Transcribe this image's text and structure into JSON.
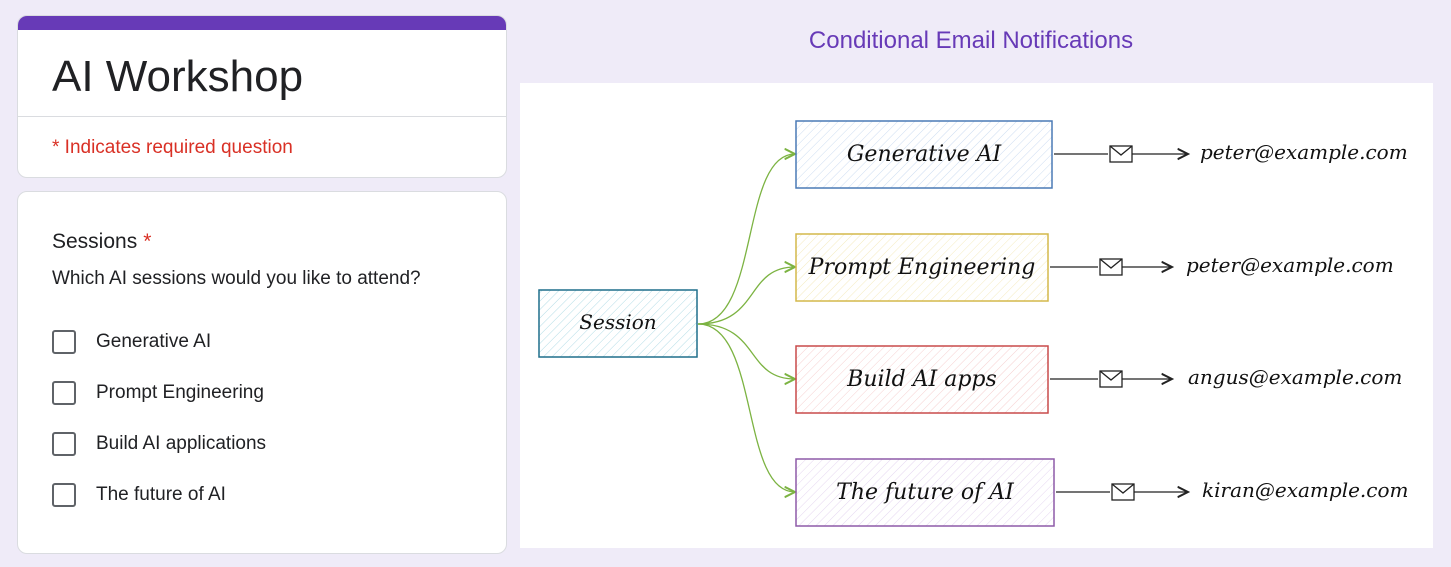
{
  "form": {
    "title": "AI Workshop",
    "required_note": "* Indicates required question",
    "accent_color": "#673ab7",
    "required_color": "#d93025"
  },
  "question": {
    "title": "Sessions",
    "required_mark": "*",
    "description": "Which AI sessions would you like to attend?",
    "options": [
      {
        "label": "Generative AI",
        "checked": false
      },
      {
        "label": "Prompt Engineering",
        "checked": false
      },
      {
        "label": "Build AI applications",
        "checked": false
      },
      {
        "label": "The future of AI",
        "checked": false
      }
    ]
  },
  "diagram": {
    "title": "Conditional Email Notifications",
    "source": {
      "label": "Session",
      "color": "#1f6f8b"
    },
    "edge_color": "#7cb342",
    "email_icon": "envelope-icon",
    "routes": [
      {
        "session": "Generative AI",
        "email": "peter@example.com",
        "color": "#4a7ab5"
      },
      {
        "session": "Prompt Engineering",
        "email": "peter@example.com",
        "color": "#d4b84a"
      },
      {
        "session": "Build AI apps",
        "email": "angus@example.com",
        "color": "#c94a4a"
      },
      {
        "session": "The future of AI",
        "email": "kiran@example.com",
        "color": "#8e5aa8"
      }
    ]
  }
}
